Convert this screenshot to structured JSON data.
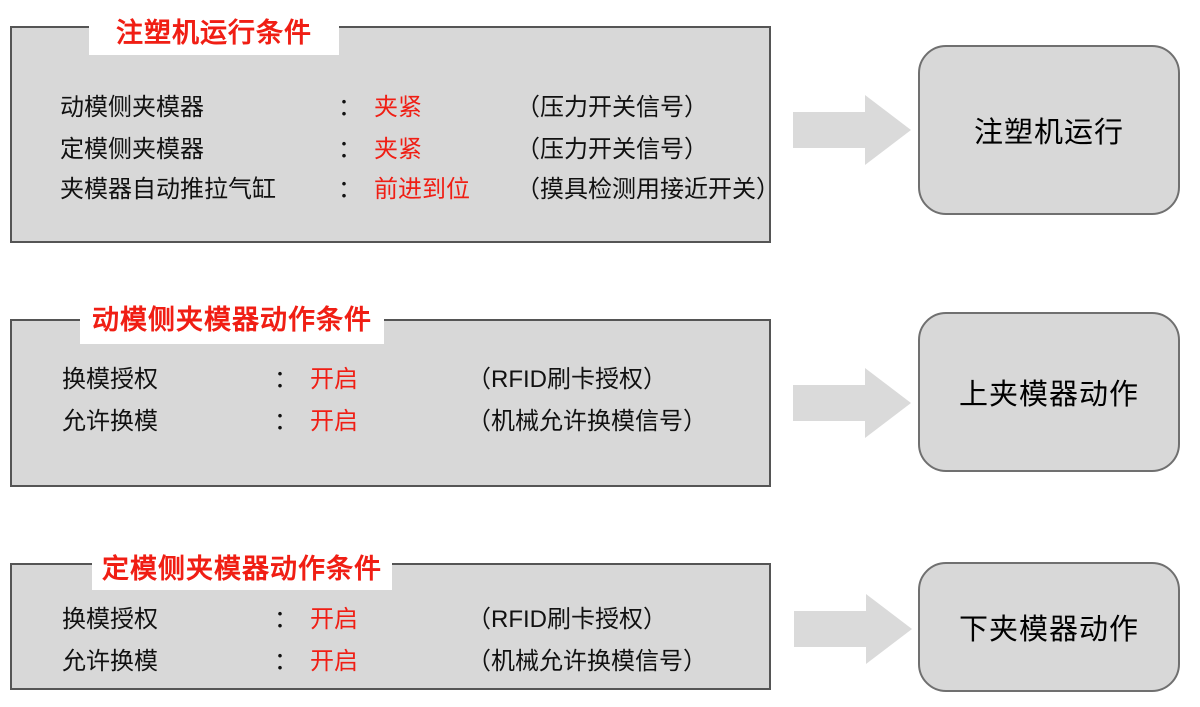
{
  "colors": {
    "red": "#f01e14",
    "box_fill": "#d8d8d8",
    "box_border": "#555555",
    "node_fill": "#d8d8d8",
    "node_border": "#707070",
    "arrow_fill": "#dadada",
    "text": "#111111"
  },
  "colon": "：",
  "groups": [
    {
      "title": "注塑机运行条件",
      "rows": [
        {
          "label": "动模侧夹模器",
          "value": "夹紧",
          "note": "（压力开关信号）"
        },
        {
          "label": "定模侧夹模器",
          "value": "夹紧",
          "note": "（压力开关信号）"
        },
        {
          "label": "夹模器自动推拉气缸",
          "value": "前进到位",
          "note": "（摸具检测用接近开关）"
        }
      ],
      "result": "注塑机运行"
    },
    {
      "title": "动模侧夹模器动作条件",
      "rows": [
        {
          "label": "换模授权",
          "value": "开启",
          "note": "（RFID刷卡授权）"
        },
        {
          "label": "允许换模",
          "value": "开启",
          "note": "（机械允许换模信号）"
        }
      ],
      "result": "上夹模器动作"
    },
    {
      "title": "定模侧夹模器动作条件",
      "rows": [
        {
          "label": "换模授权",
          "value": "开启",
          "note": "（RFID刷卡授权）"
        },
        {
          "label": "允许换模",
          "value": "开启",
          "note": "（机械允许换模信号）"
        }
      ],
      "result": "下夹模器动作"
    }
  ]
}
